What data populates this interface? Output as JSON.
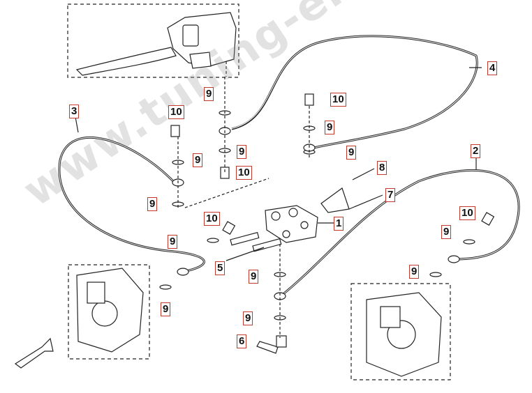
{
  "diagram": {
    "watermark_text": "www.tuning-ersatzteile.de",
    "callouts": [
      {
        "id": "c4",
        "label": "4"
      },
      {
        "id": "c3",
        "label": "3"
      },
      {
        "id": "c2",
        "label": "2"
      },
      {
        "id": "c1",
        "label": "1"
      },
      {
        "id": "c5",
        "label": "5"
      },
      {
        "id": "c6",
        "label": "6"
      },
      {
        "id": "c7",
        "label": "7"
      },
      {
        "id": "c8",
        "label": "8"
      },
      {
        "id": "c10a",
        "label": "10"
      },
      {
        "id": "c10b",
        "label": "10"
      },
      {
        "id": "c10c",
        "label": "10"
      },
      {
        "id": "c10d",
        "label": "10"
      },
      {
        "id": "c10e",
        "label": "10"
      },
      {
        "id": "c9a",
        "label": "9"
      },
      {
        "id": "c9b",
        "label": "9"
      },
      {
        "id": "c9c",
        "label": "9"
      },
      {
        "id": "c9d",
        "label": "9"
      },
      {
        "id": "c9e",
        "label": "9"
      },
      {
        "id": "c9f",
        "label": "9"
      },
      {
        "id": "c9g",
        "label": "9"
      },
      {
        "id": "c9h",
        "label": "9"
      },
      {
        "id": "c9i",
        "label": "9"
      },
      {
        "id": "c9j",
        "label": "9"
      },
      {
        "id": "c9k",
        "label": "9"
      },
      {
        "id": "c9l",
        "label": "9"
      },
      {
        "id": "c9m",
        "label": "9"
      }
    ]
  }
}
